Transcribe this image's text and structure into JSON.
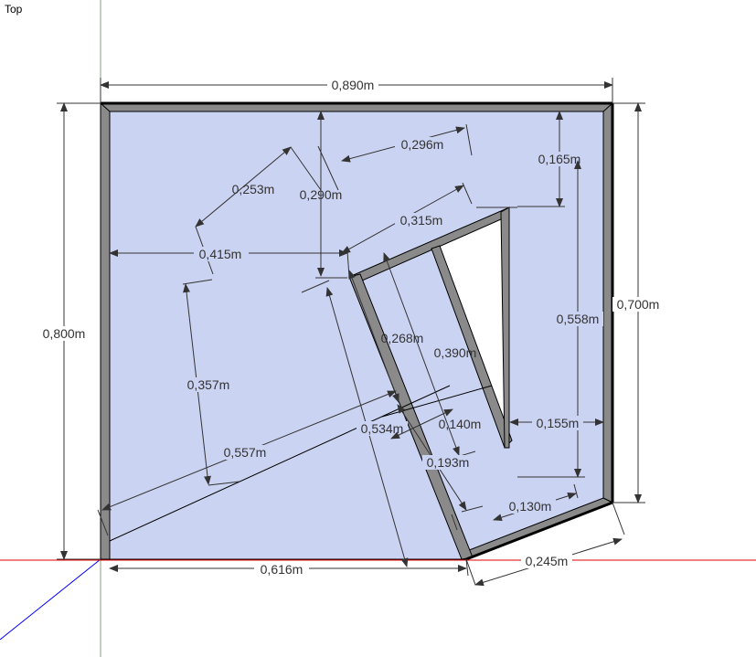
{
  "view": {
    "label": "Top"
  },
  "colors": {
    "face": "#cbd3f2",
    "wall": "#8a8a8a",
    "x_axis": "#e00000",
    "y_axis": "#7a9a7a",
    "z_axis": "#0000ff"
  },
  "dimensions": {
    "d0890": "0,890m",
    "d0800": "0,800m",
    "d0700": "0,700m",
    "d0253": "0,253m",
    "d0290": "0,290m",
    "d0296": "0,296m",
    "d0165": "0,165m",
    "d0315": "0,315m",
    "d0415": "0,415m",
    "d0558": "0,558m",
    "d0268": "0,268m",
    "d0390": "0,390m",
    "d0357": "0,357m",
    "d0534": "0,534m",
    "d0140": "0,140m",
    "d0155": "0,155m",
    "d0557": "0,557m",
    "d0193": "0,193m",
    "d0130": "0,130m",
    "d0616": "0,616m",
    "d0245": "0,245m"
  }
}
